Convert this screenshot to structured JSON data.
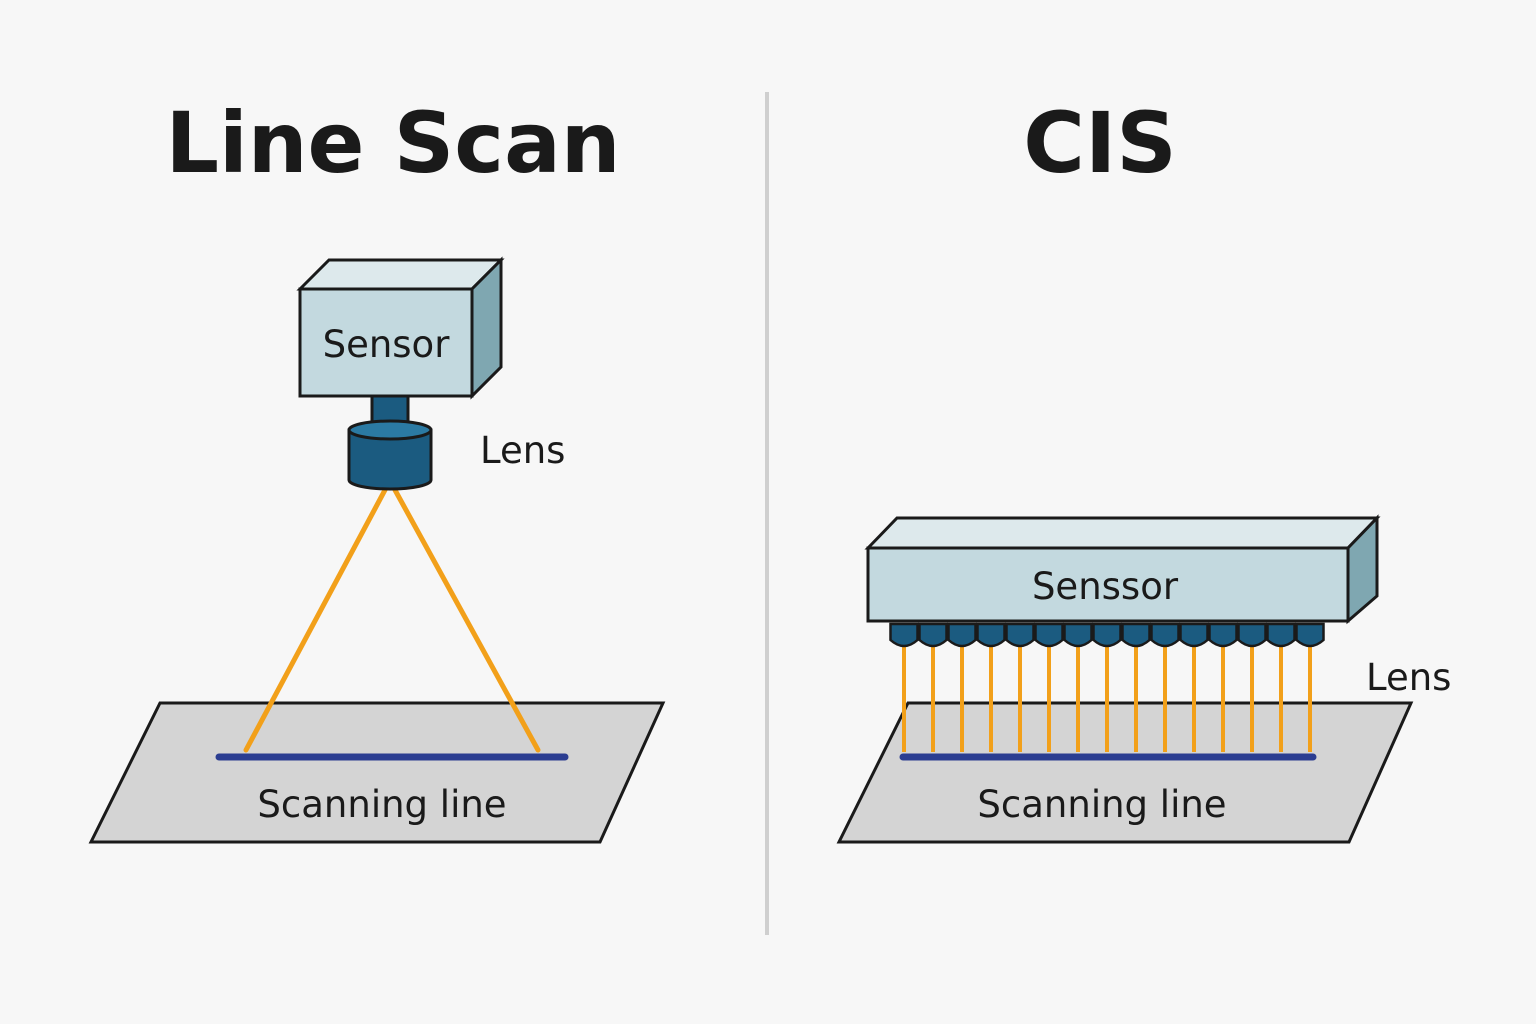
{
  "left_panel": {
    "title": "Line Scan",
    "sensor_label": "Sensor",
    "lens_label": "Lens",
    "scan_label": "Scanning line"
  },
  "right_panel": {
    "title": "CIS",
    "sensor_label": "Senssor",
    "lens_label": "Lens",
    "scan_label": "Scanning line",
    "lens_count": 15
  },
  "colors": {
    "background": "#f7f7f7",
    "sensor_fill": "#c3d9df",
    "sensor_side": "#7fa7b1",
    "lens_fill": "#1b5b80",
    "light_beam": "#f2a01a",
    "scan_line": "#2b3d91",
    "surface": "#d4d4d4",
    "divider": "#cfcfcf"
  }
}
